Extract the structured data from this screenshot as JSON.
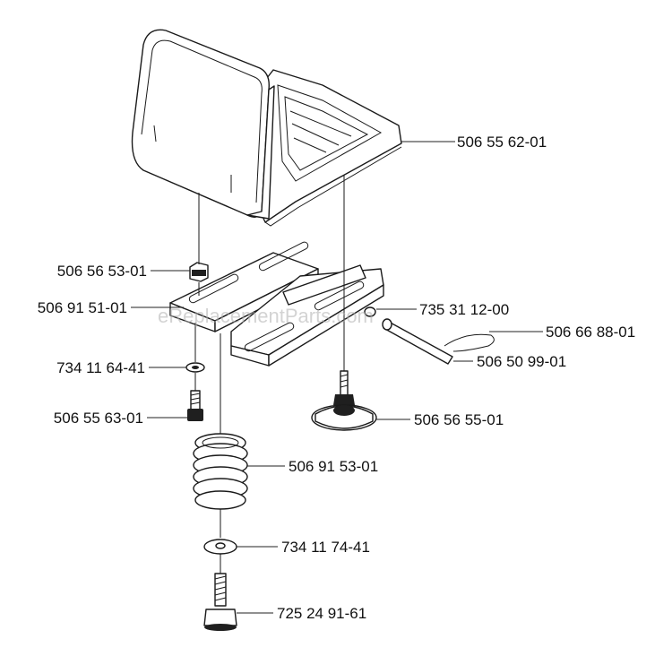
{
  "watermark": "eReplacementParts.com",
  "parts": [
    {
      "id": "seat",
      "number": "506 55 62-01"
    },
    {
      "id": "nut",
      "number": "506 56 53-01"
    },
    {
      "id": "bracket",
      "number": "506 91 51-01"
    },
    {
      "id": "clip-small",
      "number": "735 31 12-00"
    },
    {
      "id": "hair-pin",
      "number": "506 66 88-01"
    },
    {
      "id": "pin",
      "number": "506 50 99-01"
    },
    {
      "id": "washer-small",
      "number": "734 11 64-41"
    },
    {
      "id": "screw",
      "number": "506 55 63-01"
    },
    {
      "id": "knob",
      "number": "506 56 55-01"
    },
    {
      "id": "spring",
      "number": "506 91 53-01"
    },
    {
      "id": "washer-large",
      "number": "734 11 74-41"
    },
    {
      "id": "bolt",
      "number": "725 24 91-61"
    }
  ]
}
